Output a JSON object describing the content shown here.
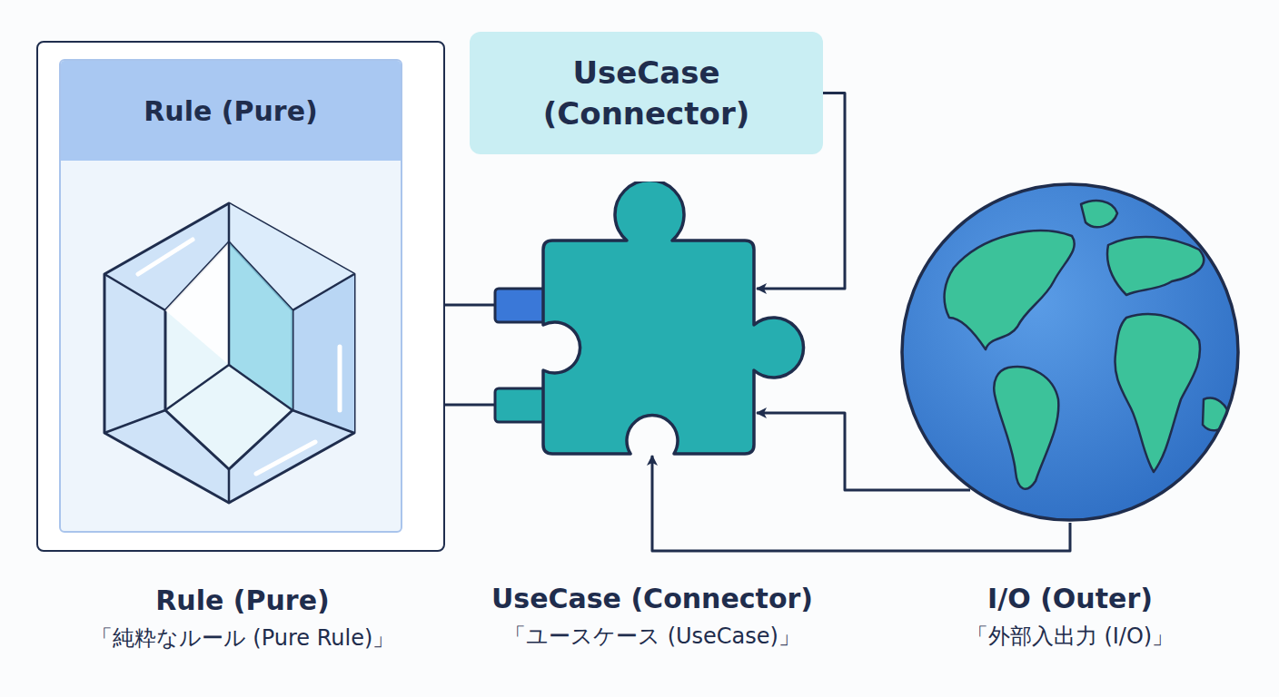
{
  "diagram": {
    "nodes": [
      {
        "text": [
          "Rule (Pure)",
          "「純粋なルール (Pure Rule)」"
        ]
      },
      {
        "text": [
          "Rule (Pure)"
        ],
        "in": 0
      },
      {
        "text": [
          "UseCase (Connector)"
        ]
      },
      {
        "text": [
          "UseCase (Connector)",
          "「ユースケース (UseCase)」"
        ]
      },
      {
        "text": [
          "I/O (Outer)",
          "「外部入出力 (I/O)」"
        ]
      }
    ],
    "edges": [
      {
        "from": 0,
        "to": 3,
        "arrow": "none"
      },
      {
        "from": 0,
        "to": 3,
        "arrow": "none"
      },
      {
        "from": 2,
        "to": 3,
        "arrow": "to"
      },
      {
        "from": 4,
        "to": 3,
        "arrow": "to"
      },
      {
        "from": 4,
        "to": 3,
        "arrow": "to"
      }
    ]
  }
}
